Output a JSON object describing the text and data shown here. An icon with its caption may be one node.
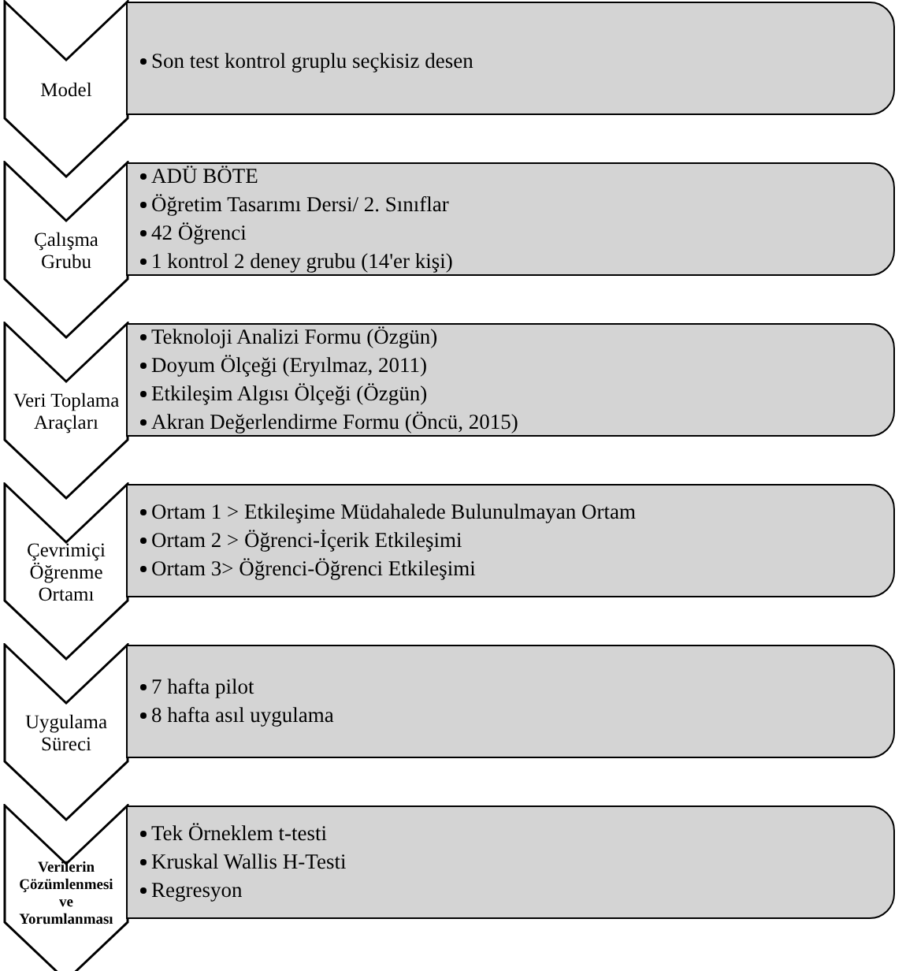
{
  "diagram": {
    "nodes": [
      {
        "text": [
          "Model"
        ]
      },
      {
        "text": [
          "Son test kontrol gruplu seçkisiz desen"
        ]
      },
      {
        "text": [
          "Çalışma Grubu"
        ]
      },
      {
        "text": [
          "ADÜ BÖTE",
          "Öğretim Tasarımı Dersi/ 2. Sınıflar",
          "42 Öğrenci",
          "1 kontrol 2 deney grubu (14'er kişi)"
        ]
      },
      {
        "text": [
          "Veri Toplama Araçları"
        ]
      },
      {
        "text": [
          "Teknoloji Analizi Formu (Özgün)",
          "Doyum Ölçeği (Eryılmaz, 2011)",
          "Etkileşim Algısı Ölçeği (Özgün)",
          "Akran Değerlendirme Formu (Öncü, 2015)"
        ]
      },
      {
        "text": [
          "Çevrimiçi Öğrenme Ortamı"
        ]
      },
      {
        "text": [
          "Ortam 1 > Etkileşime Müdahalede Bulunulmayan Ortam",
          "Ortam 2 > Öğrenci-İçerik Etkileşimi",
          "Ortam 3> Öğrenci-Öğrenci Etkileşimi"
        ]
      },
      {
        "text": [
          "Uygulama Süreci"
        ]
      },
      {
        "text": [
          "7 hafta pilot",
          "8 hafta asıl uygulama"
        ]
      },
      {
        "text": [
          "Verilerin Çözümlenmesi ve Yorumlanması"
        ]
      },
      {
        "text": [
          "Tek Örneklem t-testi",
          "Kruskal Wallis H-Testi",
          "Regresyon"
        ]
      }
    ]
  }
}
